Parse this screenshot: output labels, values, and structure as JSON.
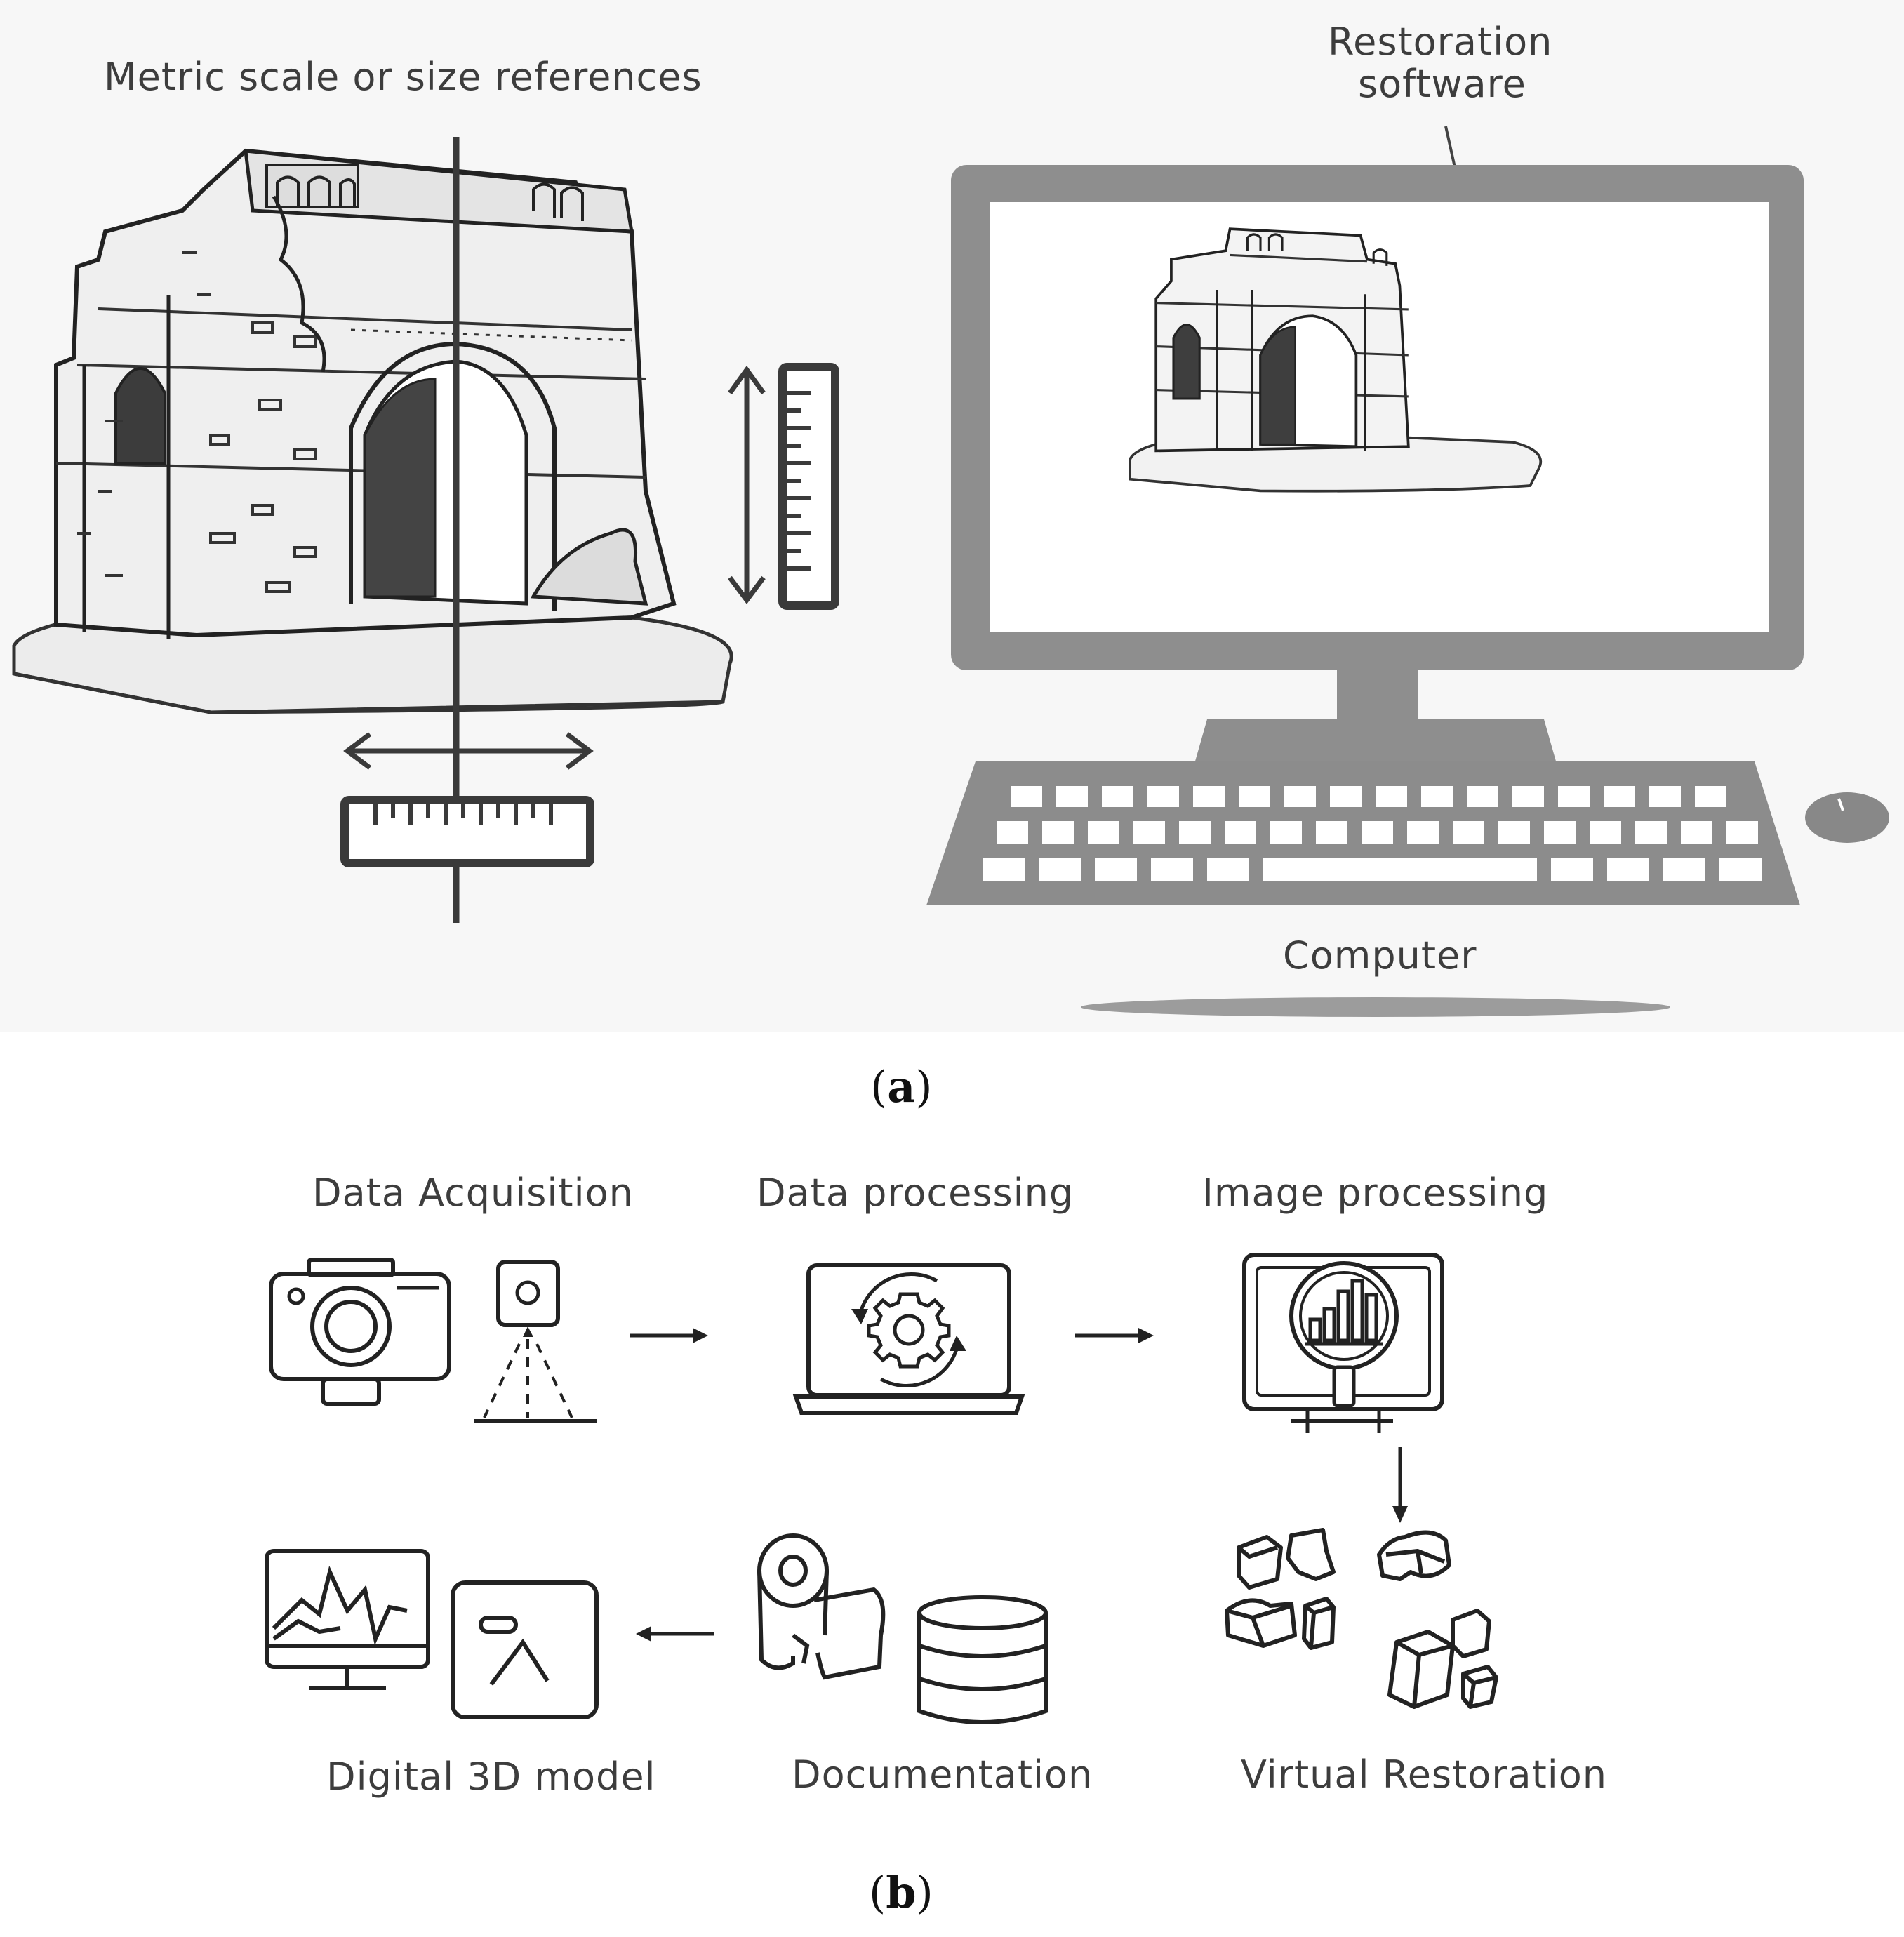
{
  "panel_a": {
    "caption_open": "(",
    "caption_letter": "a",
    "caption_close": ")",
    "scale_label": "Metric scale or size references",
    "software_label_line1": "Restoration",
    "software_label_line2": "software",
    "computer_label": "Computer"
  },
  "panel_b": {
    "caption_open": "(",
    "caption_letter": "b",
    "caption_close": ")",
    "steps": {
      "acquisition": "Data Acquisition",
      "data_processing": "Data processing",
      "image_processing": "Image processing",
      "virtual_restoration": "Virtual Restoration",
      "documentation": "Documentation",
      "digital_model": "Digital 3D model"
    }
  }
}
